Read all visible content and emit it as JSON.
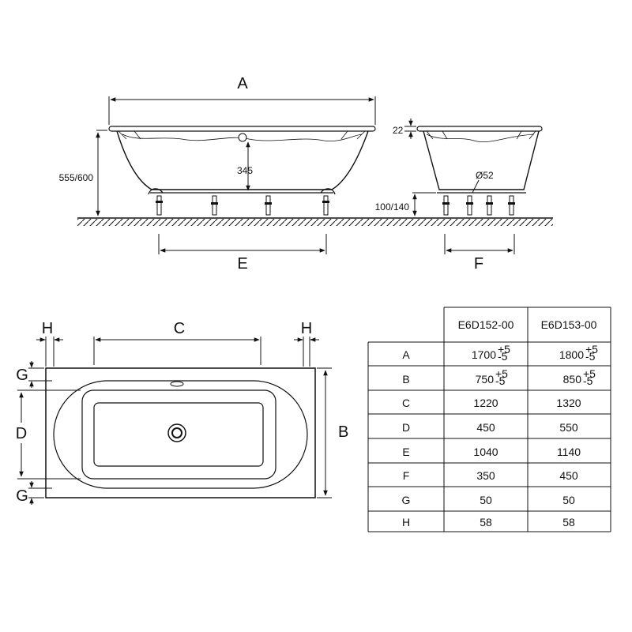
{
  "side_view": {
    "label_a": "A",
    "label_e": "E",
    "height": "555/600",
    "depth": "345"
  },
  "end_view": {
    "rim": "22",
    "drain": "Ø52",
    "leg_height": "100/140",
    "label_f": "F"
  },
  "top_view": {
    "label_c": "C",
    "label_h_left": "H",
    "label_h_right": "H",
    "label_g_top": "G",
    "label_g_bottom": "G",
    "label_d": "D",
    "label_b": "B"
  },
  "table": {
    "columns": [
      "E6D152-00",
      "E6D153-00"
    ],
    "rows": [
      {
        "label": "A",
        "v1": "1700",
        "v1_plus": "+5",
        "v1_minus": "-5",
        "v2": "1800",
        "v2_plus": "+5",
        "v2_minus": "-5"
      },
      {
        "label": "B",
        "v1": "750",
        "v1_plus": "+5",
        "v1_minus": "-5",
        "v2": "850",
        "v2_plus": "+5",
        "v2_minus": "-5"
      },
      {
        "label": "C",
        "v1": "1220",
        "v2": "1320"
      },
      {
        "label": "D",
        "v1": "450",
        "v2": "550"
      },
      {
        "label": "E",
        "v1": "1040",
        "v2": "1140"
      },
      {
        "label": "F",
        "v1": "350",
        "v2": "450"
      },
      {
        "label": "G",
        "v1": "50",
        "v2": "50"
      },
      {
        "label": "H",
        "v1": "58",
        "v2": "58"
      }
    ]
  }
}
